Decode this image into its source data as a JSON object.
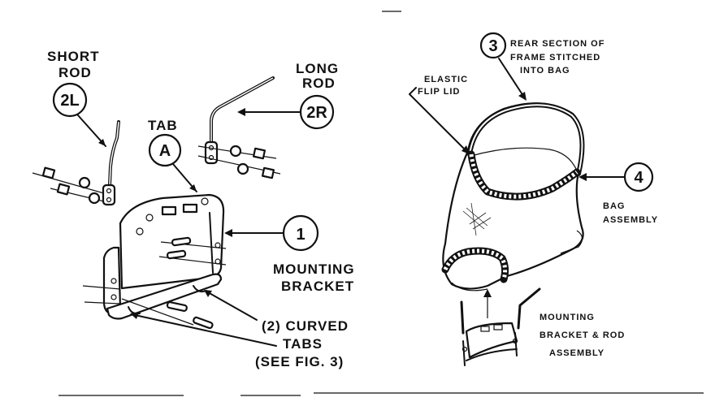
{
  "labels": {
    "short_rod": [
      "SHORT",
      "ROD"
    ],
    "long_rod": [
      "LONG",
      "ROD"
    ],
    "tab": "TAB",
    "mounting_bracket": [
      "MOUNTING",
      "BRACKET"
    ],
    "curved_tabs": [
      "(2) CURVED",
      "TABS",
      "(SEE FIG. 3)"
    ],
    "elastic_flip_lid": [
      "ELASTIC",
      "FLIP LID"
    ],
    "rear_section": [
      "REAR SECTION OF",
      "FRAME STITCHED",
      "INTO BAG"
    ],
    "bag_assembly": [
      "BAG",
      "ASSEMBLY"
    ],
    "mounting_bracket_rod_assembly": [
      "MOUNTING",
      "BRACKET & ROD",
      "ASSEMBLY"
    ]
  },
  "callouts": {
    "c2l": "2L",
    "c2r": "2R",
    "cA": "A",
    "c1": "1",
    "c3": "3",
    "c4": "4"
  }
}
